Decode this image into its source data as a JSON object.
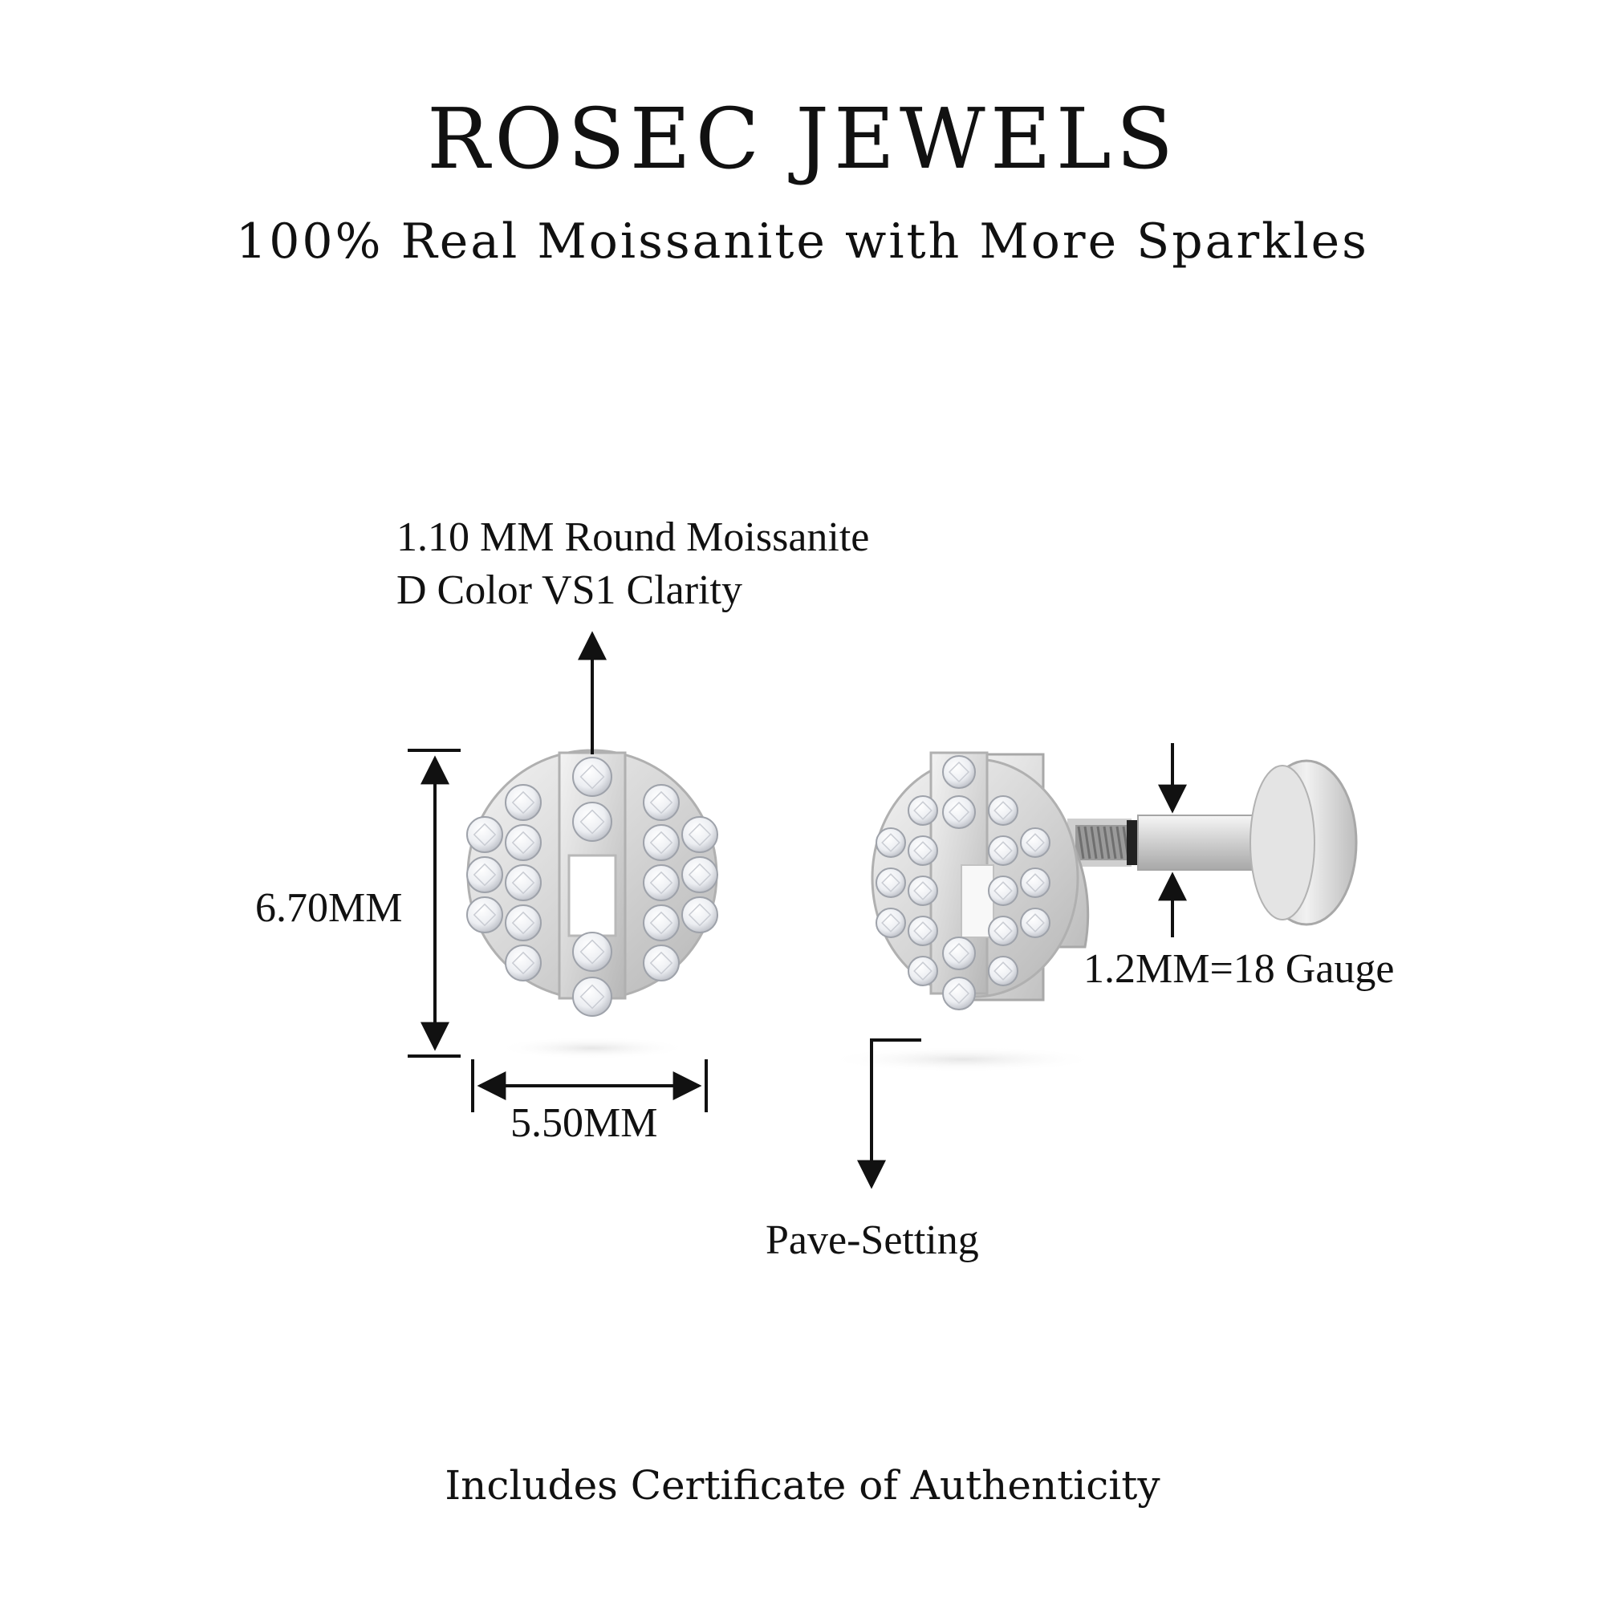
{
  "header": {
    "brand": "ROSEC JEWELS",
    "tagline": "100% Real Moissanite with More Sparkles"
  },
  "annotations": {
    "stone_size": "1.10 MM Round Moissanite",
    "stone_quality": "D Color VS1 Clarity",
    "height": "6.70MM",
    "width": "5.50MM",
    "gauge": "1.2MM=18 Gauge",
    "setting": "Pave-Setting"
  },
  "footer": {
    "certificate": "Includes Certificate of Authenticity"
  },
  "colors": {
    "metal": "#d9d9d9",
    "metal_dark": "#a9a9a9",
    "stone": "#f4f4f6",
    "ink": "#111111"
  }
}
